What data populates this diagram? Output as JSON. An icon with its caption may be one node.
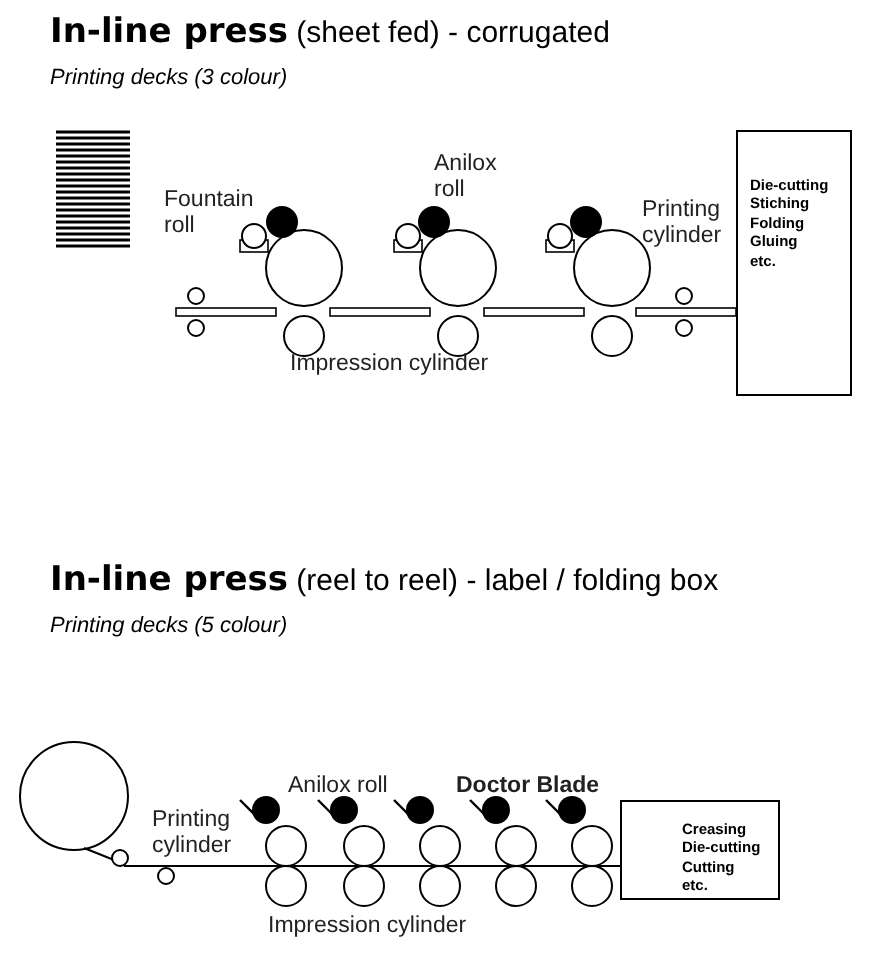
{
  "diagram": {
    "nodes": [
      {
        "text": [
          "Die-cutting",
          "Stiching",
          "Folding",
          "Gluing",
          "etc."
        ]
      },
      {
        "text": [
          "Creasing",
          "Die-cutting",
          "Cutting",
          "etc."
        ]
      }
    ],
    "labels": [
      "**In-line press** (sheet fed) - corrugated",
      "Printing decks (3 colour)",
      "Fountain roll",
      "Anilox roll",
      "Printing cylinder",
      "Impression cylinder",
      "**In-line press** (reel to reel) - label / folding box",
      "Printing decks (5 colour)",
      "Anilox roll",
      "Doctor Blade",
      "Printing cylinder",
      "Impression cylinder"
    ]
  }
}
